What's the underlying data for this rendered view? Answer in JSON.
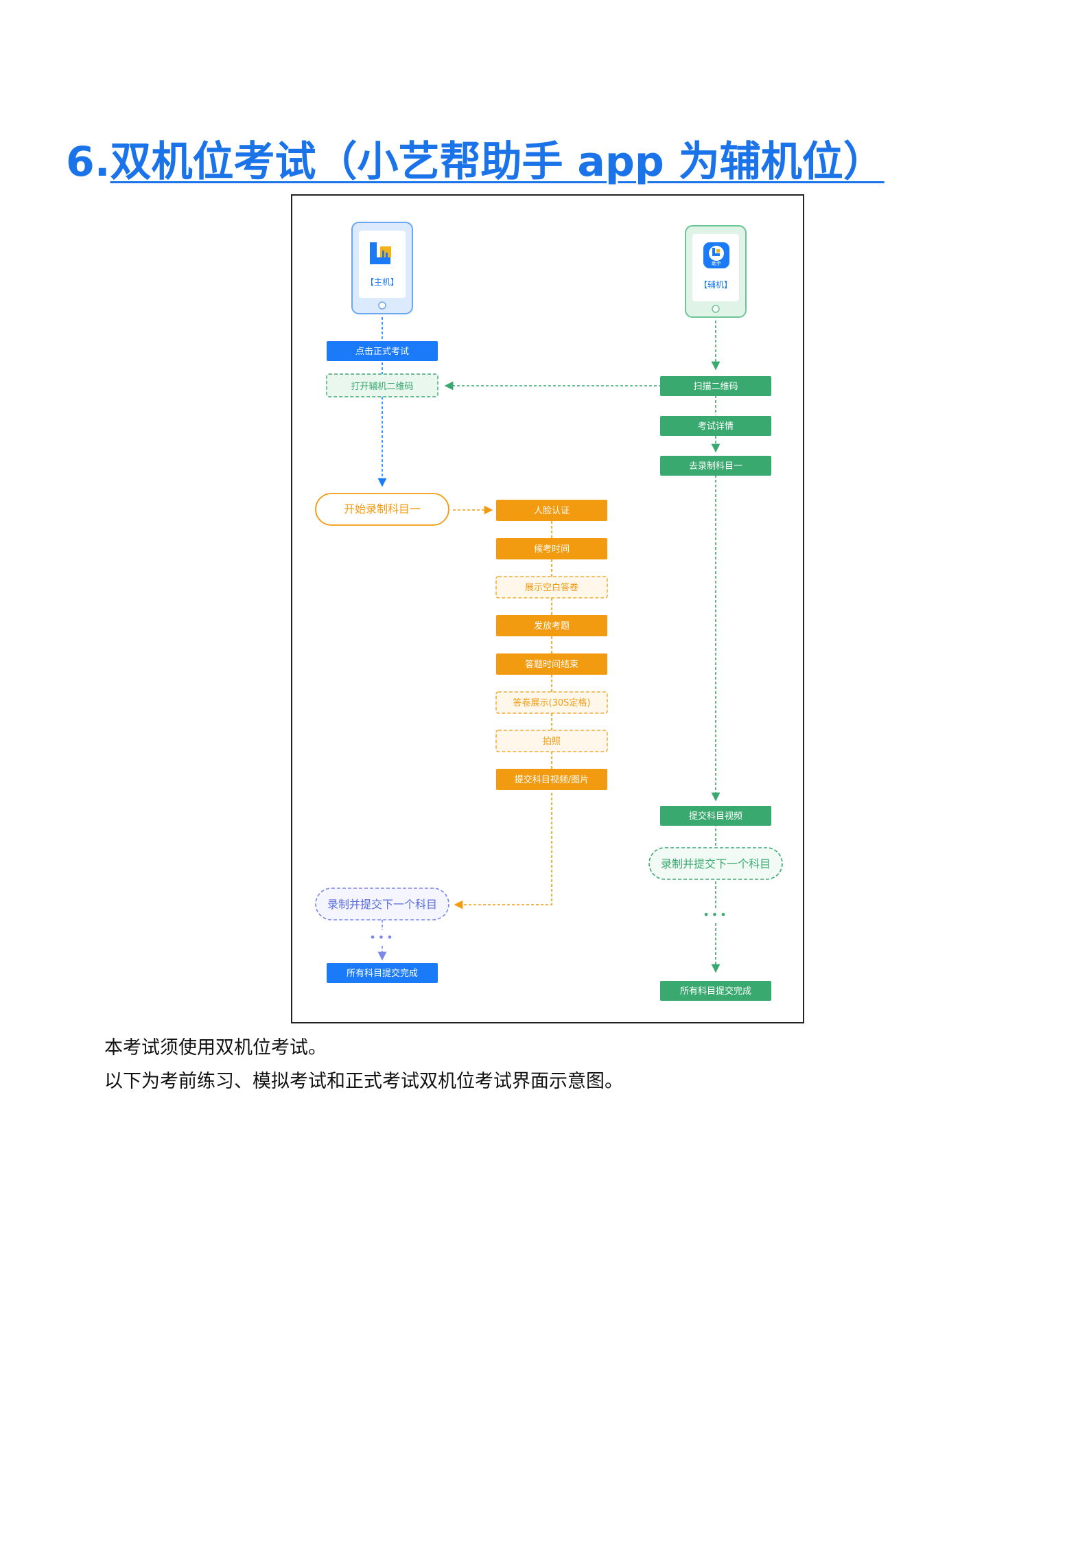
{
  "page": {
    "heading_number": "6.",
    "heading_text": "双机位考试（小艺帮助手 app 为辅机位）",
    "paragraphs": [
      "本考试须使用双机位考试。",
      "以下为考前练习、模拟考试和正式考试双机位考试界面示意图。"
    ]
  },
  "diagram": {
    "main_device_label": "【主机】",
    "aux_device_label": "【辅机】",
    "aux_icon_text": "助手",
    "main_flow": {
      "click_exam": "点击正式考试",
      "open_qr": "打开辅机二维码",
      "start_record": "开始录制科目一",
      "next_subject": "录制并提交下一个科目",
      "ellipsis": "•••",
      "all_done": "所有科目提交完成"
    },
    "middle_flow": [
      {
        "label": "人脸认证",
        "style": "solid"
      },
      {
        "label": "候考时间",
        "style": "solid"
      },
      {
        "label": "展示空白答卷",
        "style": "dashed"
      },
      {
        "label": "发放考题",
        "style": "solid"
      },
      {
        "label": "答题时间结束",
        "style": "solid"
      },
      {
        "label": "答卷展示(30S定格)",
        "style": "dashed"
      },
      {
        "label": "拍照",
        "style": "dashed"
      },
      {
        "label": "提交科目视频/图片",
        "style": "solid"
      }
    ],
    "aux_flow": {
      "scan_qr": "扫描二维码",
      "exam_detail": "考试详情",
      "record_one": "去录制科目一",
      "submit_video": "提交科目视频",
      "next_subject": "录制并提交下一个科目",
      "ellipsis": "•••",
      "all_done": "所有科目提交完成"
    },
    "colors": {
      "blue": "#1a7af8",
      "green": "#3aa970",
      "orange": "#f29b10",
      "purple_dash": "#7a88e8"
    }
  }
}
